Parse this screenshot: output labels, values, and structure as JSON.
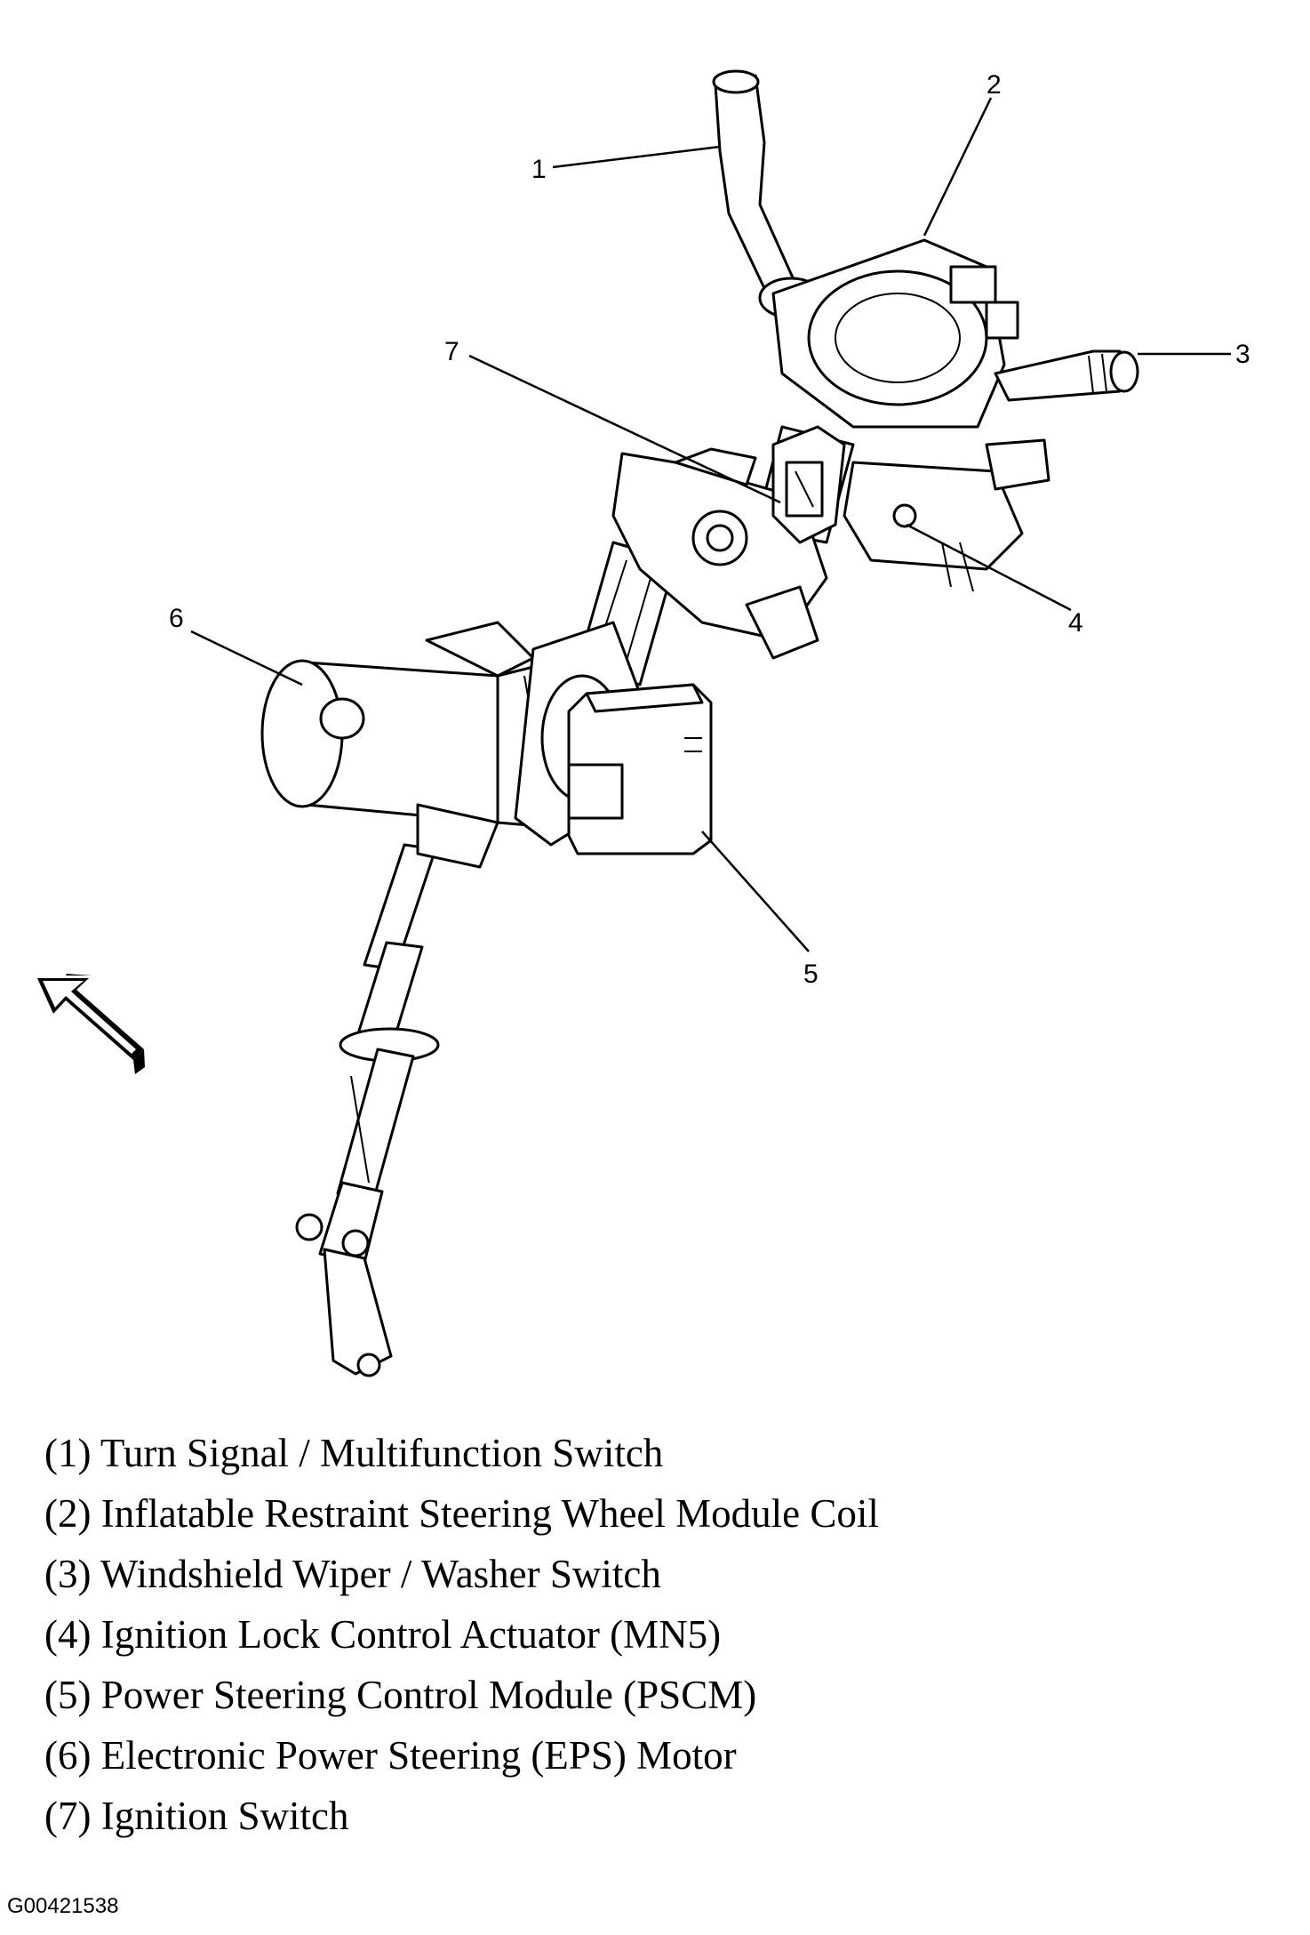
{
  "callouts": [
    "1",
    "2",
    "3",
    "4",
    "5",
    "6",
    "7"
  ],
  "legend": [
    "(1) Turn Signal / Multifunction Switch",
    "(2) Inflatable Restraint Steering Wheel Module Coil",
    "(3) Windshield Wiper / Washer Switch",
    "(4) Ignition Lock Control Actuator (MN5)",
    "(5) Power Steering Control Module (PSCM)",
    "(6) Electronic Power Steering (EPS) Motor",
    "(7) Ignition Switch"
  ],
  "figure_id": "G00421538",
  "icons": {
    "direction": "forward-arrow-icon"
  },
  "colors": {
    "line": "#000000",
    "background": "#ffffff"
  }
}
